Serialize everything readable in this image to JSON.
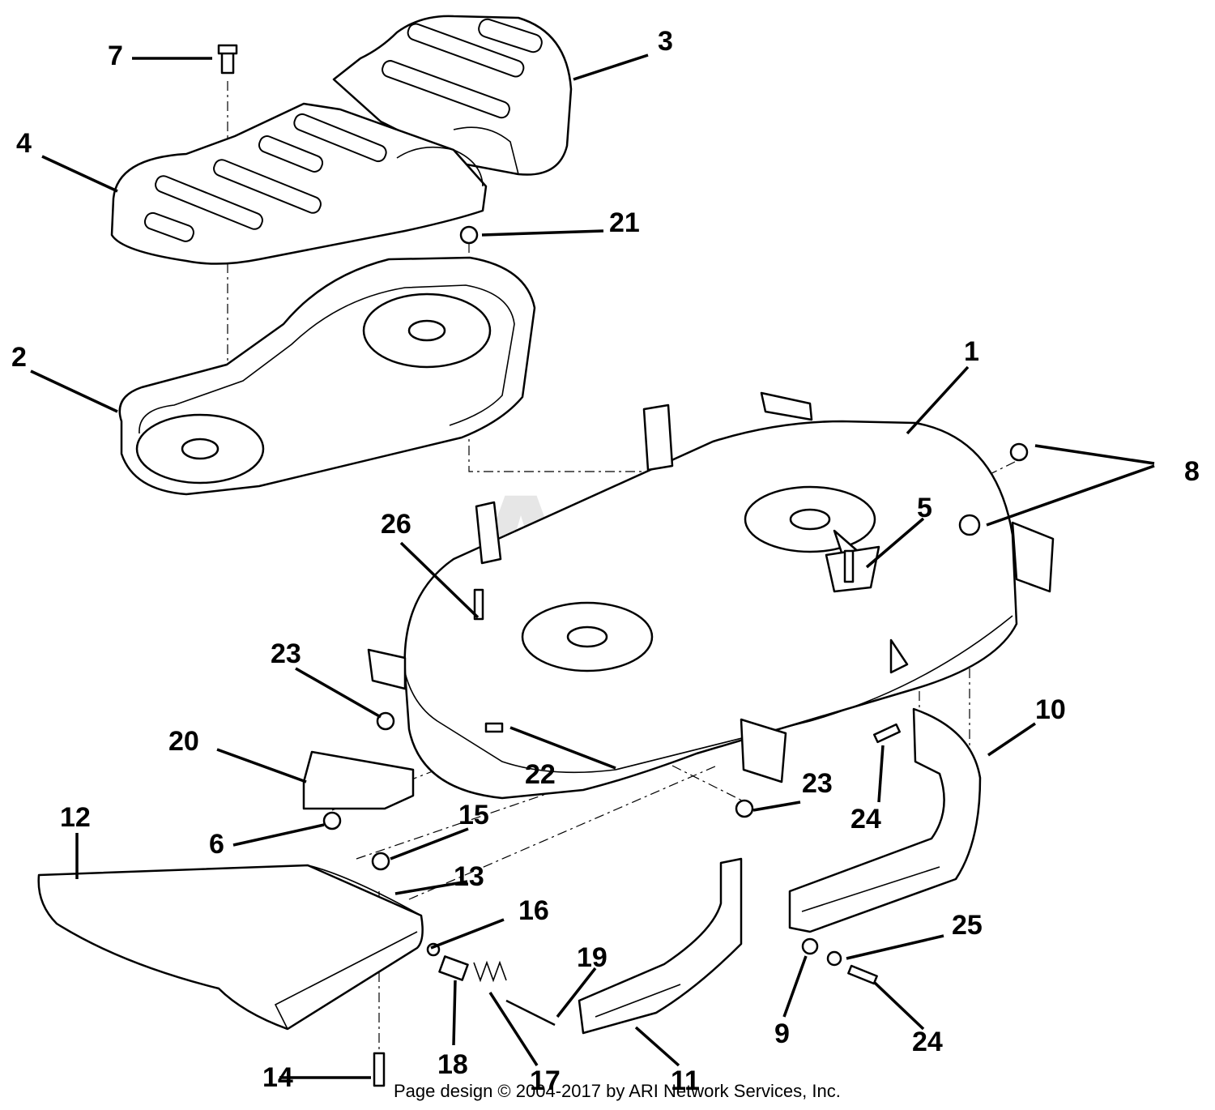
{
  "watermark": "ARI",
  "footer": "Page design © 2004-2017 by ARI Network Services, Inc.",
  "callouts": {
    "c1": "1",
    "c2": "2",
    "c3": "3",
    "c4": "4",
    "c5": "5",
    "c6": "6",
    "c7": "7",
    "c8": "8",
    "c9": "9",
    "c10": "10",
    "c11": "11",
    "c12": "12",
    "c13": "13",
    "c14": "14",
    "c15": "15",
    "c16": "16",
    "c17": "17",
    "c18": "18",
    "c19": "19",
    "c20": "20",
    "c21": "21",
    "c22": "22",
    "c23a": "23",
    "c23b": "23",
    "c24a": "24",
    "c24b": "24",
    "c25": "25",
    "c26": "26"
  }
}
